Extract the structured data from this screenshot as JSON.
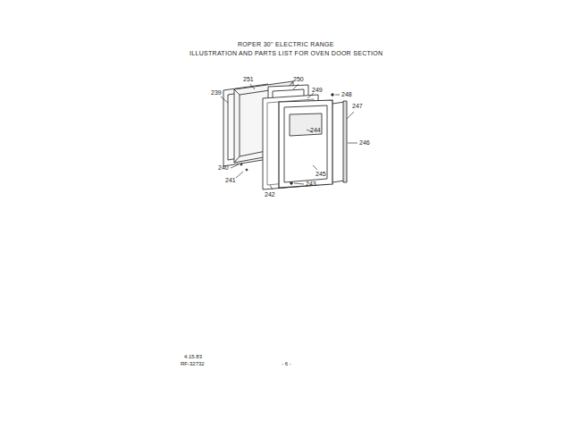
{
  "diagram": {
    "title": "ROPER 30\" ELECTRIC RANGE",
    "labels": [
      "ILLUSTRATION AND PARTS LIST FOR OVEN DOOR SECTION",
      "239",
      "251",
      "250",
      "249",
      "248",
      "247",
      "246",
      "245",
      "244",
      "243",
      "242",
      "241",
      "240",
      "4.15.83",
      "RF-32732",
      "- 6 -"
    ]
  }
}
